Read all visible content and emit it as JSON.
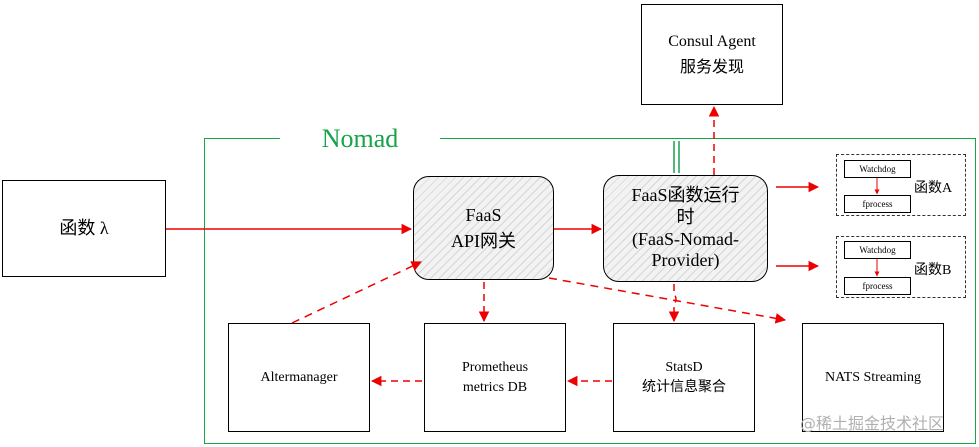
{
  "nomad": {
    "title": "Nomad"
  },
  "function_lambda": {
    "label": "函数 λ"
  },
  "gateway": {
    "line1": "FaaS",
    "line2": "API网关"
  },
  "provider": {
    "line1": "FaaS函数运行",
    "line2": "时",
    "line3": "(FaaS-Nomad-",
    "line4": "Provider)"
  },
  "consul": {
    "line1": "Consul Agent",
    "line2": "服务发现"
  },
  "func_a": {
    "watchdog": "Watchdog",
    "fprocess": "fprocess",
    "label": "函数A"
  },
  "func_b": {
    "watchdog": "Watchdog",
    "fprocess": "fprocess",
    "label": "函数B"
  },
  "altermanager": {
    "label": "Altermanager"
  },
  "prometheus": {
    "line1": "Prometheus",
    "line2": "metrics DB"
  },
  "statsd": {
    "line1": "StatsD",
    "line2": "统计信息聚合"
  },
  "nats": {
    "label": "NATS Streaming"
  },
  "watermark": {
    "text": "@稀土掘金技术社区"
  },
  "colors": {
    "nomad_green": "#17a34a",
    "arrow_red": "#ee0000"
  }
}
